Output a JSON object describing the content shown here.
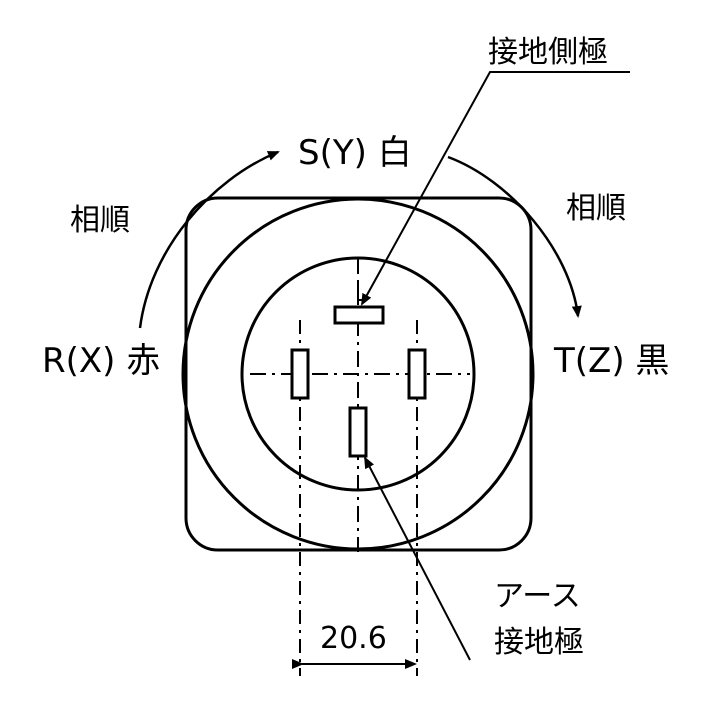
{
  "labels": {
    "grounded_pole": "接地側極",
    "phase_s": "S(Y) 白",
    "phase_r": "R(X) 赤",
    "phase_t": "T(Z) 黒",
    "sequence_left": "相順",
    "sequence_right": "相順",
    "earth_line1": "アース",
    "earth_line2": "接地極",
    "dimension": "20.6"
  },
  "colors": {
    "ink": "#000000",
    "paper": "#ffffff"
  }
}
